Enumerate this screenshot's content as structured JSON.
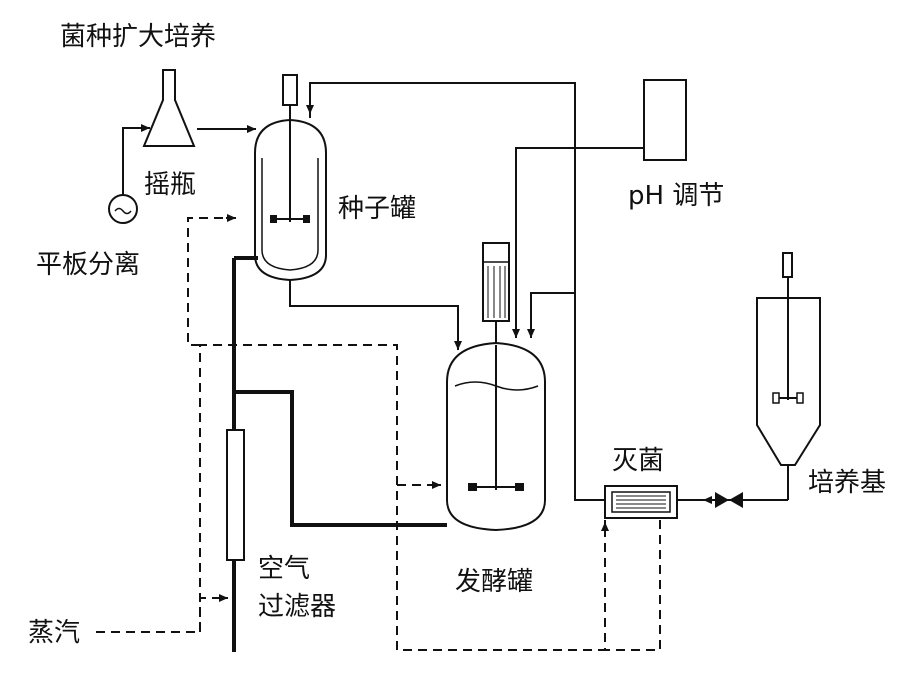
{
  "labels": {
    "seed_expansion": "菌种扩大培养",
    "shake_flask": "摇瓶",
    "plate_isolation": "平板分离",
    "seed_tank": "种子罐",
    "ph_control": "pH 调节",
    "fermenter": "发酵罐",
    "sterilize": "灭菌",
    "medium": "培养基",
    "air_filter_line1": "空气",
    "air_filter_line2": "过滤器",
    "steam": "蒸汽"
  }
}
